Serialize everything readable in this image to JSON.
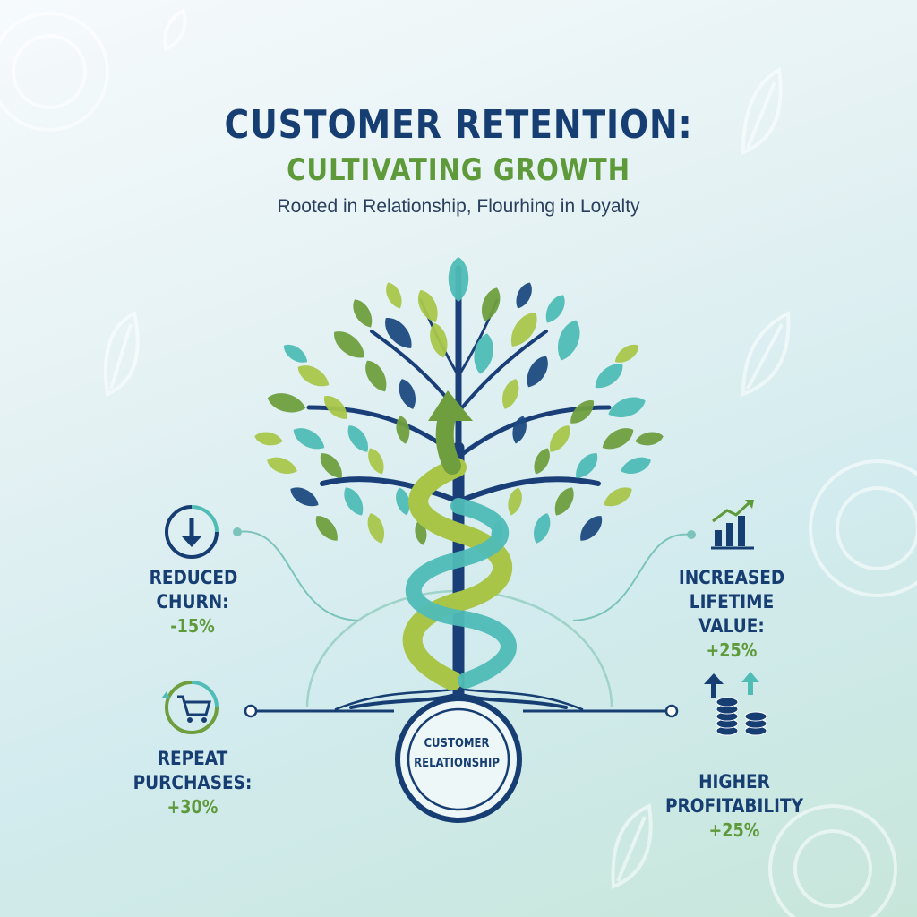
{
  "header": {
    "title": "CUSTOMER RETENTION:",
    "subtitle": "CULTIVATING GROWTH",
    "tagline": "Rooted in Relationship, Flourhing in Loyalty"
  },
  "core": {
    "line1": "CUSTOMER",
    "line2": "RELATIONSHIP"
  },
  "metrics": {
    "churn": {
      "label_1": "REDUCED",
      "label_2": "CHURN:",
      "value": "-15%",
      "icon": "down-arrow-icon"
    },
    "repeat": {
      "label_1": "REPEAT",
      "label_2": "PURCHASES:",
      "value": "+30%",
      "icon": "shopping-cart-icon"
    },
    "ltv": {
      "label_1": "INCREASED",
      "label_2": "LIFETIME VALUE:",
      "value": "+25%",
      "icon": "bar-chart-icon"
    },
    "profit": {
      "label_1": "HIGHER",
      "label_2": "PROFITABILITY",
      "value": "+25%",
      "icon": "coins-icon"
    }
  },
  "colors": {
    "navy": "#163e72",
    "green": "#5e9a3a",
    "teal": "#4fbcb6",
    "lime": "#a8c64a",
    "leaf_green": "#6f9e3e",
    "leaf_navy": "#1c4a80"
  }
}
